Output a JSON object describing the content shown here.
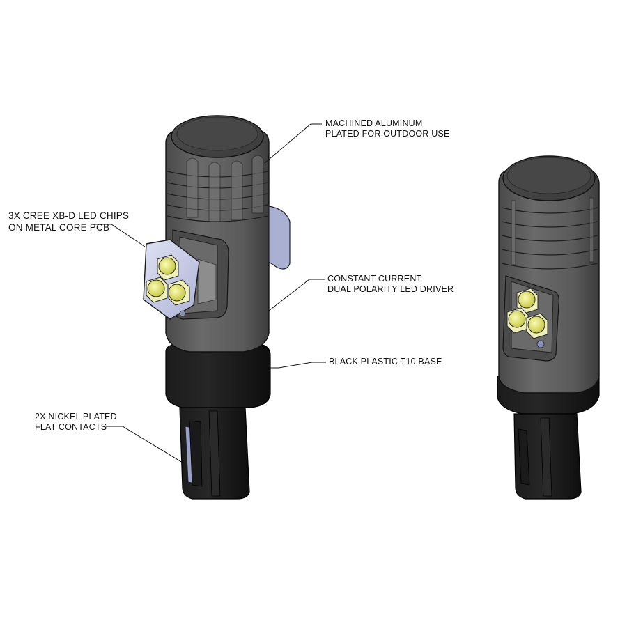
{
  "callouts": {
    "led_chips": {
      "line1": "3X CREE XB-D LED CHIPS",
      "line2": "ON METAL CORE PCB"
    },
    "aluminum": {
      "line1": "MACHINED ALUMINUM",
      "line2": "PLATED FOR OUTDOOR USE"
    },
    "driver": {
      "line1": "CONSTANT CURRENT",
      "line2": "DUAL POLARITY LED DRIVER"
    },
    "base": {
      "line1": "BLACK PLASTIC T10 BASE"
    },
    "contacts": {
      "line1": "2X NICKEL PLATED",
      "line2": "FLAT CONTACTS"
    }
  },
  "colors": {
    "housing": "#5f5f5f",
    "housing_dark": "#3e3e3e",
    "base": "#151515",
    "pcb": "#c9cde6",
    "led": "#e4e468",
    "contact": "#9aa0c8"
  }
}
